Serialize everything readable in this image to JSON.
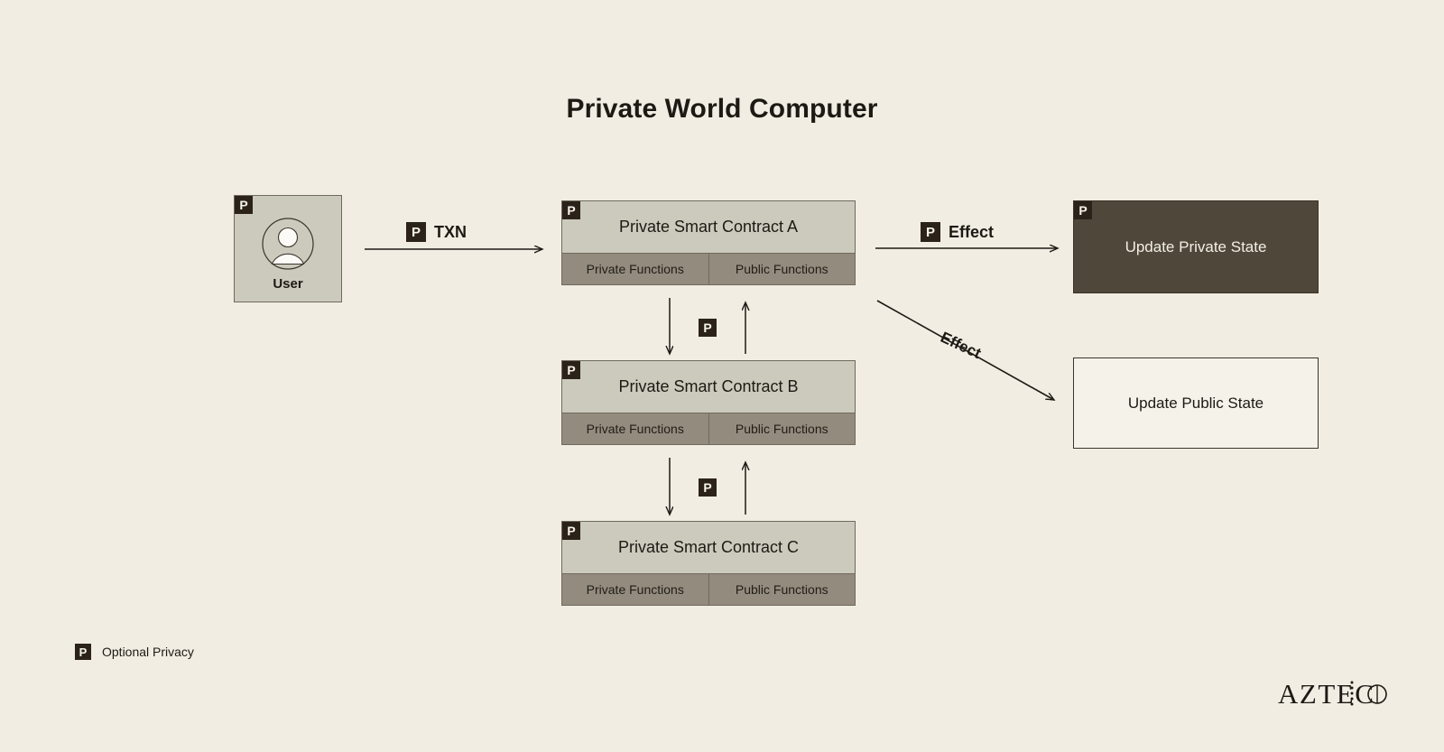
{
  "page": {
    "title": "Private World Computer",
    "background_color": "#f1ede3"
  },
  "colors": {
    "background": "#f1ede3",
    "badge": "#2b2319",
    "contract_header": "#ccc9bd",
    "contract_functions": "#938b7e",
    "private_state": "#4f4739",
    "public_state": "#f5f2ea",
    "stroke": "#1d1a14"
  },
  "badge": {
    "letter": "P"
  },
  "user": {
    "label": "User",
    "badge": "P",
    "icon": "user-avatar-icon"
  },
  "arrows": {
    "txn": {
      "label": "TXN",
      "badge": "P"
    },
    "effect_private": {
      "label": "Effect",
      "badge": "P"
    },
    "effect_public": {
      "label": "Effect"
    },
    "inter_contract_badge": "P"
  },
  "contracts": [
    {
      "name": "Private Smart Contract A",
      "badge": "P",
      "functions": [
        "Private Functions",
        "Public Functions"
      ]
    },
    {
      "name": "Private Smart Contract B",
      "badge": "P",
      "functions": [
        "Private Functions",
        "Public Functions"
      ]
    },
    {
      "name": "Private Smart Contract C",
      "badge": "P",
      "functions": [
        "Private Functions",
        "Public Functions"
      ]
    }
  ],
  "states": [
    {
      "label": "Update Private State",
      "badge": "P",
      "kind": "private"
    },
    {
      "label": "Update Public State",
      "badge": null,
      "kind": "public"
    }
  ],
  "legend": {
    "badge": "P",
    "label": "Optional Privacy"
  },
  "logo": {
    "text": "AZTEC"
  }
}
